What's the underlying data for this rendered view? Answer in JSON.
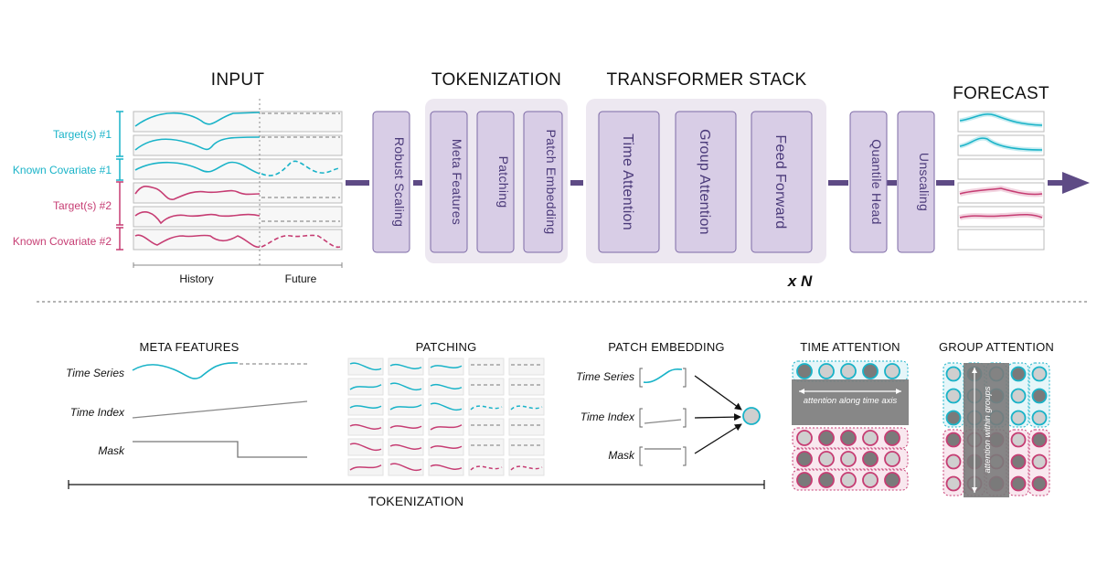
{
  "colors": {
    "teal": "#19b3c8",
    "magenta": "#c63d73",
    "block_fill": "#d8cde6",
    "block_stroke": "#7d6aa6",
    "group_bg": "#ede8f1",
    "arrow": "#5e4b85",
    "gray_dark": "#7a7a7a",
    "gray_light": "#cfcfcf"
  },
  "top": {
    "input": {
      "title": "INPUT",
      "rows": [
        {
          "label": "Target(s) #1",
          "color": "teal"
        },
        {
          "label": "Known Covariate #1",
          "color": "teal"
        },
        {
          "label": "Target(s) #2",
          "color": "magenta"
        },
        {
          "label": "Known Covariate #2",
          "color": "magenta"
        }
      ],
      "history_label": "History",
      "future_label": "Future"
    },
    "robust_scaling": "Robust Scaling",
    "tokenization": {
      "title": "TOKENIZATION",
      "blocks": [
        "Meta Features",
        "Patching",
        "Patch Embedding"
      ]
    },
    "transformer": {
      "title": "TRANSFORMER STACK",
      "blocks": [
        "Time Attention",
        "Group Attention",
        "Feed Forward"
      ],
      "repeat": "x N"
    },
    "quantile_head": "Quantile Head",
    "unscaling": "Unscaling",
    "forecast": {
      "title": "FORECAST"
    }
  },
  "bottom": {
    "meta_features": {
      "title": "META FEATURES",
      "labels": [
        "Time Series",
        "Time Index",
        "Mask"
      ]
    },
    "patching": {
      "title": "PATCHING"
    },
    "patch_embedding": {
      "title": "PATCH EMBEDDING",
      "labels": [
        "Time Series",
        "Time Index",
        "Mask"
      ]
    },
    "tokenization_label": "TOKENIZATION",
    "time_attention": {
      "title": "TIME ATTENTION",
      "note": "attention along time axis"
    },
    "group_attention": {
      "title": "GROUP ATTENTION",
      "note": "attention within groups"
    }
  }
}
